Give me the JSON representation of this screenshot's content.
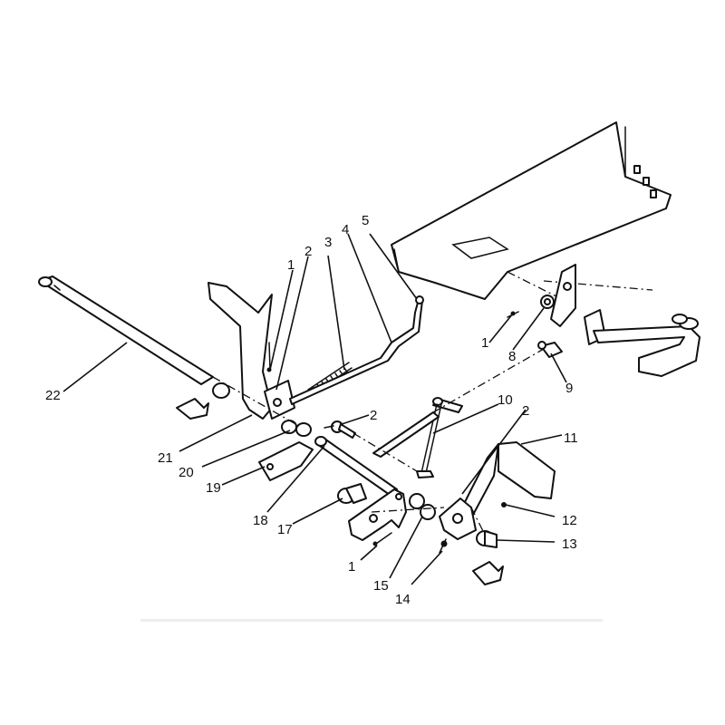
{
  "diagram": {
    "callouts": [
      "1",
      "2",
      "3",
      "4",
      "5",
      "1",
      "8",
      "9",
      "10",
      "2",
      "11",
      "22",
      "2",
      "21",
      "20",
      "19",
      "18",
      "17",
      "12",
      "13",
      "1",
      "15",
      "14"
    ]
  },
  "colors": {
    "line": "#111111",
    "background": "#ffffff"
  }
}
